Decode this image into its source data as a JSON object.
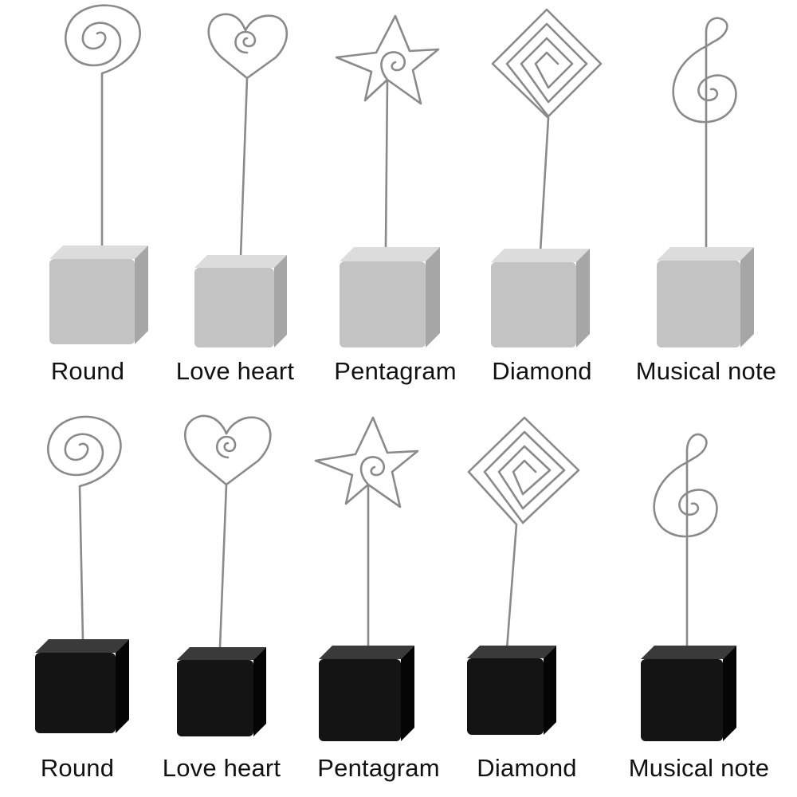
{
  "colors": {
    "wire": "#8a8a8a",
    "silver_top": "#dcdcdc",
    "silver_front": "#c3c3c3",
    "silver_side": "#a6a6a6",
    "black_top": "#3a3a3a",
    "black_front": "#141414",
    "black_side": "#050505"
  },
  "rows": [
    {
      "finish": "silver",
      "holders": [
        {
          "label": "Round",
          "clip_icon": "spiral-clip-icon"
        },
        {
          "label": "Love heart",
          "clip_icon": "heart-clip-icon"
        },
        {
          "label": "Pentagram",
          "clip_icon": "star-clip-icon"
        },
        {
          "label": "Diamond",
          "clip_icon": "square-spiral-clip-icon"
        },
        {
          "label": "Musical note",
          "clip_icon": "treble-clef-clip-icon"
        }
      ]
    },
    {
      "finish": "black",
      "holders": [
        {
          "label": "Round",
          "clip_icon": "spiral-clip-icon"
        },
        {
          "label": "Love heart",
          "clip_icon": "heart-clip-icon"
        },
        {
          "label": "Pentagram",
          "clip_icon": "star-clip-icon"
        },
        {
          "label": "Diamond",
          "clip_icon": "square-spiral-clip-icon"
        },
        {
          "label": "Musical note",
          "clip_icon": "treble-clef-clip-icon"
        }
      ]
    }
  ]
}
